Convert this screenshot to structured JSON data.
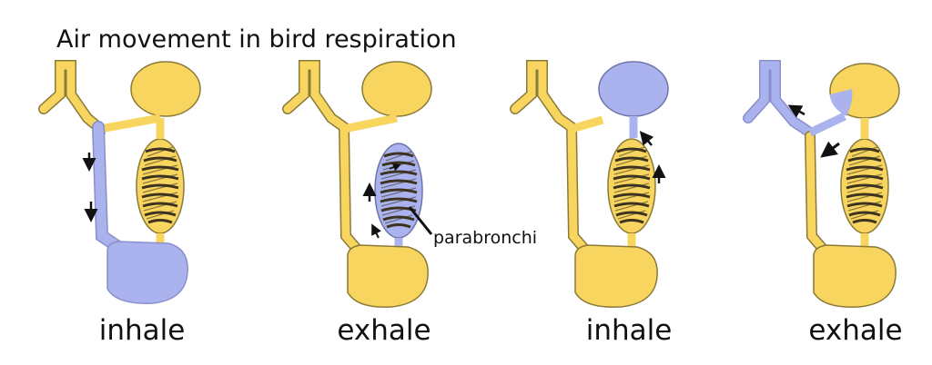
{
  "title": "Air movement in bird respiration",
  "stages": [
    {
      "label": "inhale"
    },
    {
      "label": "exhale"
    },
    {
      "label": "inhale"
    },
    {
      "label": "exhale"
    }
  ],
  "callout": "parabronchi",
  "colors": {
    "air_sac": "#F7D55E",
    "airflow": "#ABB3EE",
    "outline": "#8A7A3A",
    "coil": "#3D3320",
    "arrow": "#111111"
  }
}
